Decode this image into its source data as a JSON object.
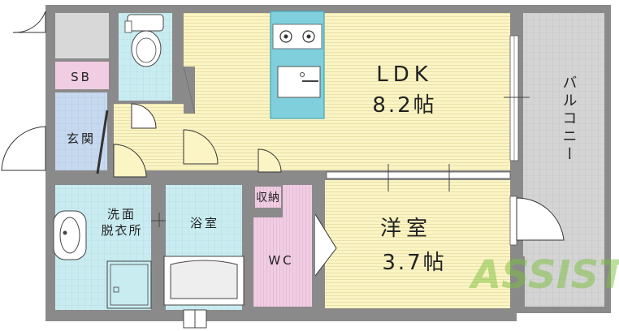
{
  "plan": {
    "rooms": {
      "ldk": {
        "name": "LDK",
        "size": "8.2帖"
      },
      "youshitsu": {
        "name": "洋室",
        "size": "3.7帖"
      },
      "balcony": {
        "name": "バルコニー"
      },
      "sb": {
        "name": "SB"
      },
      "genkan": {
        "name": "玄関"
      },
      "senmen": {
        "line1": "洗面",
        "line2": "脱衣所"
      },
      "yokushitsu": {
        "name": "浴室"
      },
      "wc": {
        "name": "WC"
      },
      "shuno": {
        "name": "収納"
      }
    },
    "watermark": "ASSIST"
  },
  "colors": {
    "wall": "#8a8a8a",
    "ldk_floor": "#fbf4c4",
    "wet_area": "#c9ecf1",
    "genkan_floor": "#c7d9ef",
    "wc_floor": "#f1cde4",
    "balcony_floor": "#d2d2d2",
    "kitchen": "#7fd0dc",
    "watermark": "#7cbf3f"
  }
}
